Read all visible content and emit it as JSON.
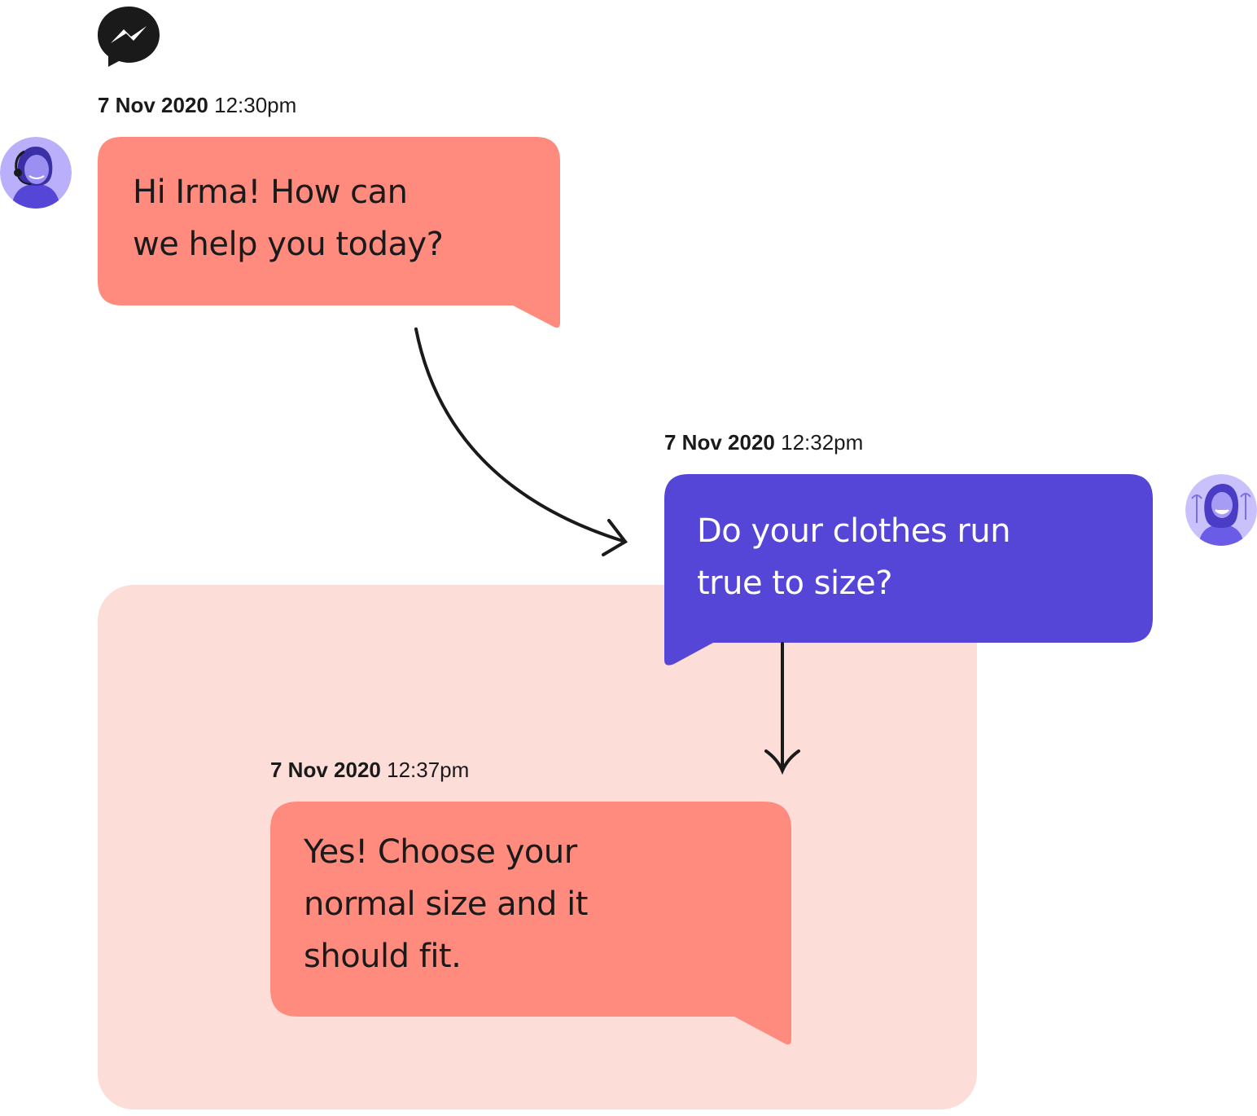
{
  "app": {
    "icon": "messenger-icon"
  },
  "colors": {
    "agent_bubble": "#FF8B7E",
    "customer_bubble": "#5546D8",
    "panel": "#FCDDD7",
    "avatar_tint": "#B9AFFB",
    "ink": "#1A1A1A"
  },
  "messages": [
    {
      "sender": "agent",
      "date": "7 Nov 2020",
      "time": "12:30pm",
      "text": "Hi Irma! How can\nwe help you today?"
    },
    {
      "sender": "customer",
      "date": "7 Nov 2020",
      "time": "12:32pm",
      "text": "Do your clothes run\ntrue to size?"
    },
    {
      "sender": "agent",
      "date": "7 Nov 2020",
      "time": "12:37pm",
      "text": "Yes! Choose your\nnormal size and it\nshould fit."
    }
  ]
}
